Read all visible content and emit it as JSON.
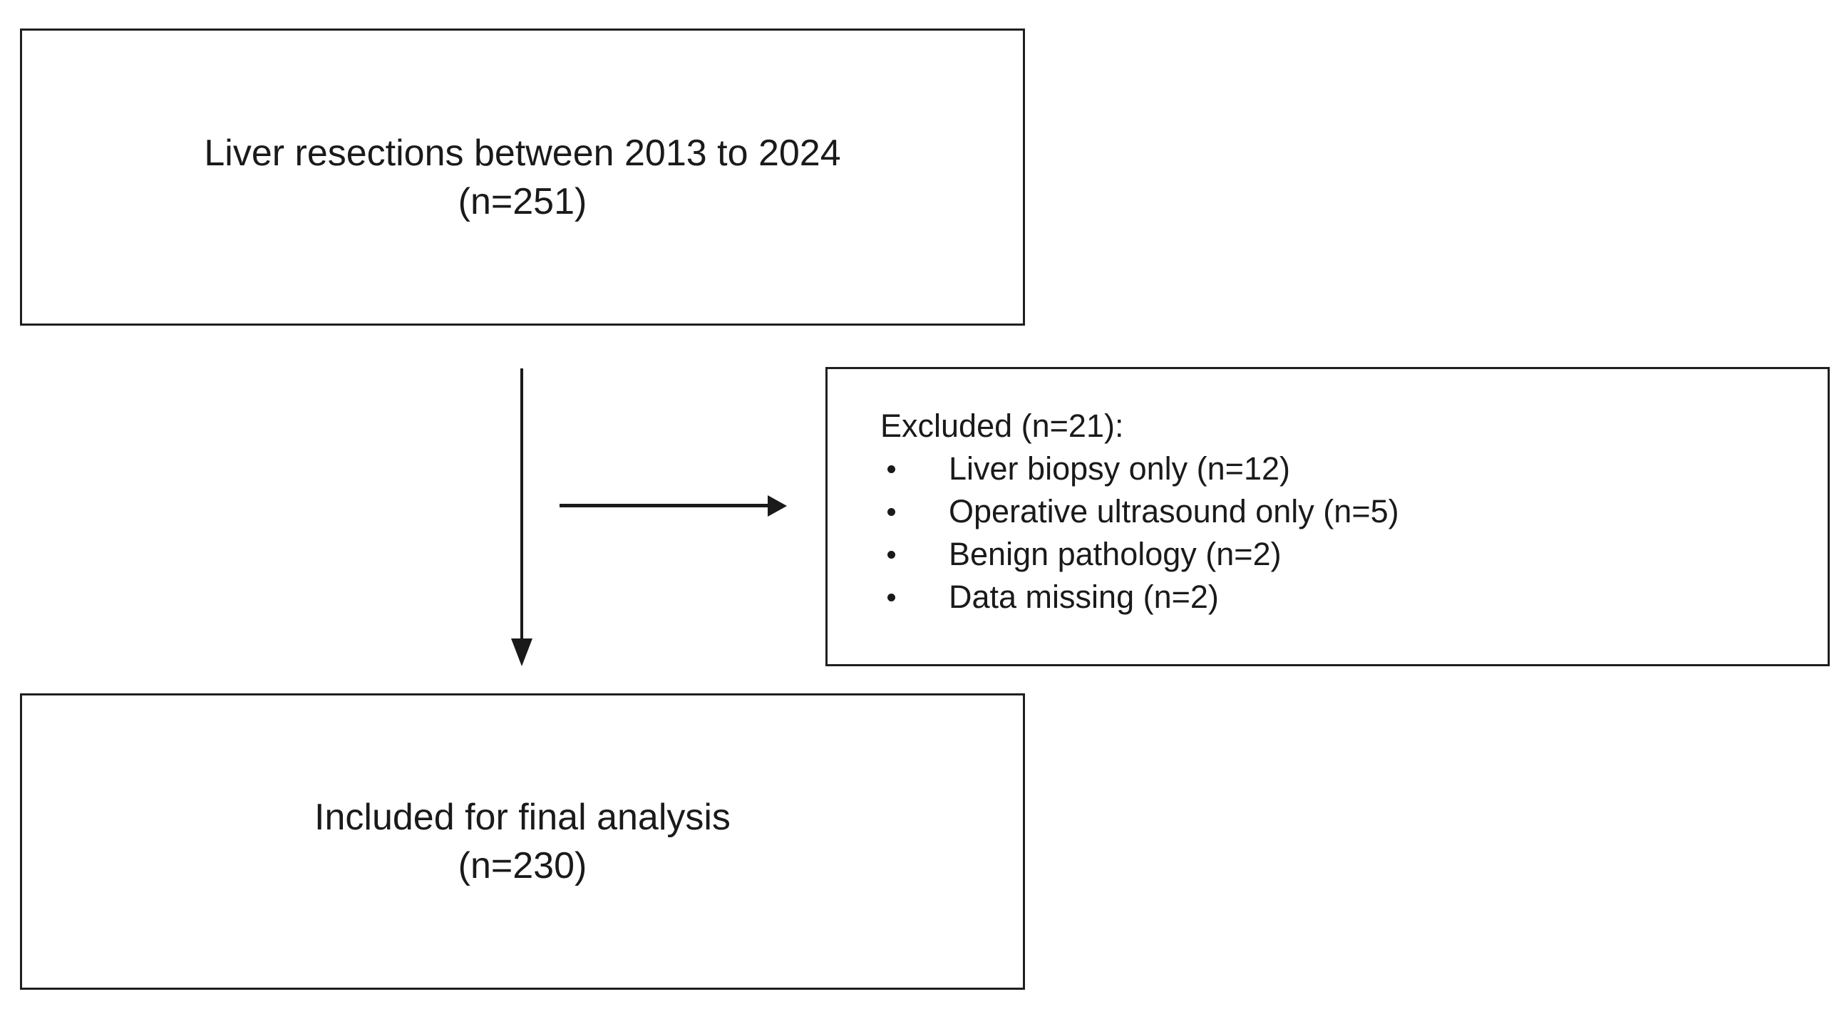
{
  "diagram": {
    "title_semantic": "Study flow diagram of liver resections",
    "nodes": {
      "population": {
        "line1": "Liver resections between 2013 to 2024",
        "line2": "(n=251)"
      },
      "excluded": {
        "title": "Excluded (n=21):",
        "items": [
          "Liver biopsy only (n=12)",
          "Operative ultrasound only (n=5)",
          "Benign pathology (n=2)",
          "Data missing (n=2)"
        ]
      },
      "included": {
        "line1": "Included for final analysis",
        "line2": "(n=230)"
      }
    },
    "icons": {
      "bullet": "circle",
      "down_arrowhead": "triangle-down",
      "right_arrowhead": "triangle-right"
    },
    "colors": {
      "background": "#ffffff",
      "border": "#1f1f1f",
      "text": "#1a1a1a",
      "arrow": "#1a1a1a"
    }
  }
}
